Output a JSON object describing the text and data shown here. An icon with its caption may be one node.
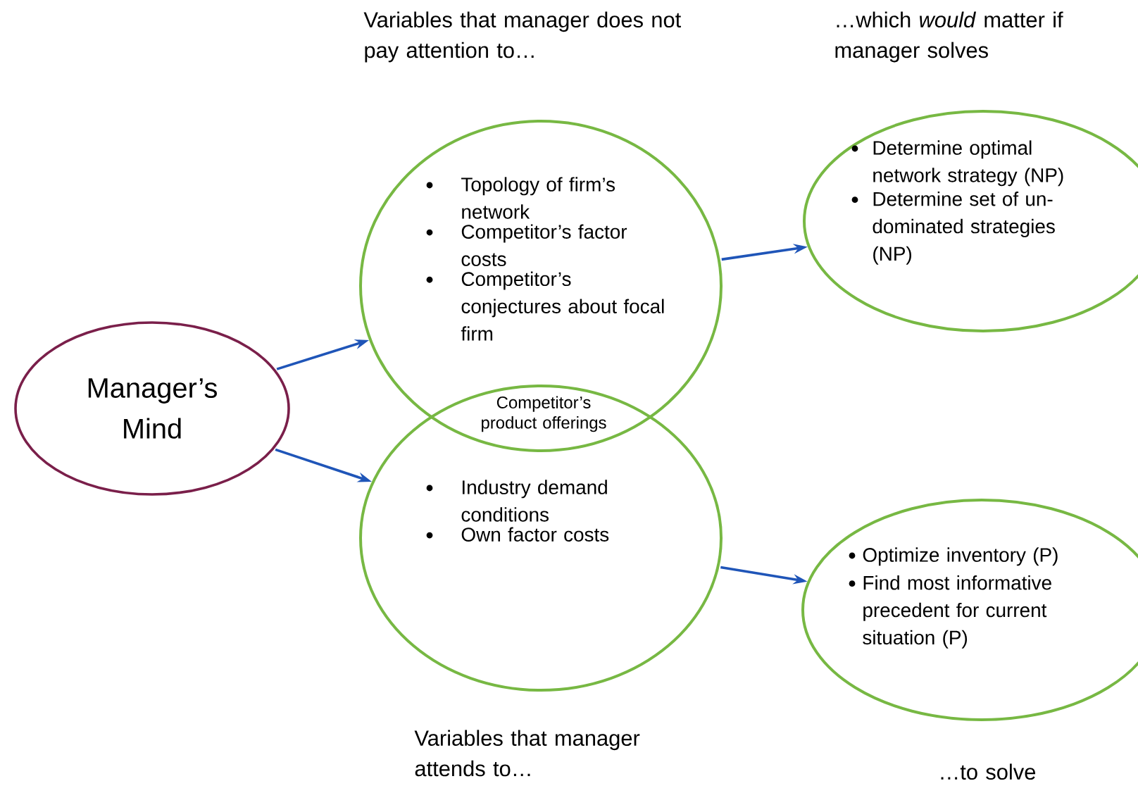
{
  "diagram": {
    "nodes": [
      {
        "text": [
          "Manager’s Mind"
        ]
      },
      {
        "text": [
          "Topology of firm’s network",
          "Competitor’s factor costs",
          "Competitor’s conjectures about focal firm"
        ]
      },
      {
        "text": [
          "Industry demand conditions",
          "Own factor costs"
        ]
      },
      {
        "text": [
          "Determine optimal network strategy (NP)",
          "Determine set of un-dominated strategies (NP)"
        ]
      },
      {
        "text": [
          "Optimize inventory (P)",
          "Find most informative precedent for current situation (P)"
        ]
      }
    ],
    "edges": [
      {
        "from": 0,
        "to": 1,
        "arrow": "to"
      },
      {
        "from": 0,
        "to": 2,
        "arrow": "to"
      },
      {
        "from": 1,
        "to": 3,
        "arrow": "to"
      },
      {
        "from": 2,
        "to": 4,
        "arrow": "to"
      }
    ],
    "labels": [
      "Variables that manager does not pay attention to…",
      "…which *would* matter if manager solves",
      "Competitor’s product offerings",
      "Variables that manager attends to…",
      "…to solve"
    ]
  }
}
